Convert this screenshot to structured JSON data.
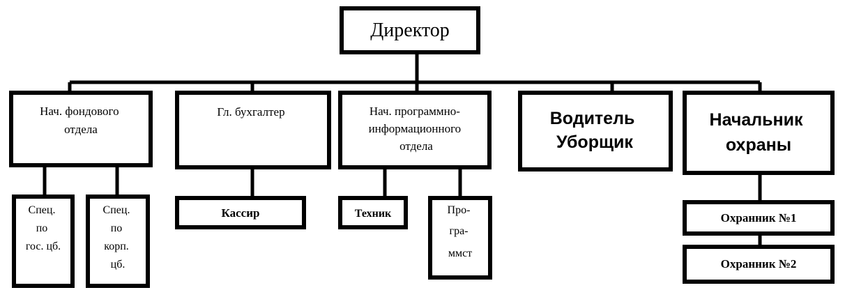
{
  "diagram": {
    "root": {
      "lines": [
        "Директор"
      ]
    },
    "departments": [
      {
        "key": "fond",
        "lines": [
          "Нач. фондового",
          "отдела"
        ]
      },
      {
        "key": "buh",
        "lines": [
          "Гл. бухгалтер"
        ]
      },
      {
        "key": "prog",
        "lines": [
          "Нач. программно-",
          "информационного",
          "отдела"
        ]
      },
      {
        "key": "drv",
        "lines": [
          "Водитель",
          "Уборщик"
        ]
      },
      {
        "key": "sec",
        "lines": [
          "Начальник",
          "охраны"
        ]
      }
    ],
    "staff": [
      {
        "key": "spec1",
        "lines": [
          "Спец.",
          "по",
          "гос. цб."
        ]
      },
      {
        "key": "spec2",
        "lines": [
          "Спец.",
          "по",
          "корп.",
          "цб."
        ]
      },
      {
        "key": "kass",
        "lines": [
          "Кассир"
        ]
      },
      {
        "key": "tech",
        "lines": [
          "Техник"
        ]
      },
      {
        "key": "progr",
        "lines": [
          "Про-",
          "гра-",
          "ммст"
        ]
      },
      {
        "key": "ohr1",
        "lines": [
          "Охранник №1"
        ]
      },
      {
        "key": "ohr2",
        "lines": [
          "Охранник №2"
        ]
      }
    ]
  }
}
